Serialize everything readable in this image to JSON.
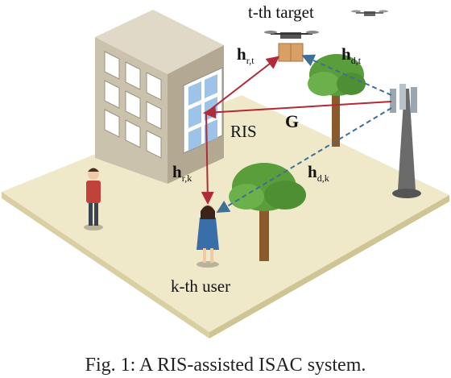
{
  "labels": {
    "target": "t-th target",
    "ris": "RIS",
    "g": "G",
    "h_rt_main": "h",
    "h_rt_sub": "r,t",
    "h_dt_main": "h",
    "h_dt_sub": "d,t",
    "h_rk_main": "h",
    "h_rk_sub": "r,k",
    "h_dk_main": "h",
    "h_dk_sub": "d,k",
    "user": "k-th user"
  },
  "caption": "Fig. 1: A RIS-assisted ISAC system.",
  "colors": {
    "ground": "#efe9c9",
    "ground_edge": "#d9cfa2",
    "building_front": "#cfc6b3",
    "building_side": "#b5ab96",
    "window": "#ffffff",
    "ris_panel": "#9dc4e8",
    "red_link": "#b02a37",
    "blue_link": "#3e6f95",
    "tree_foliage": "#5a9e3c",
    "tree_trunk": "#8b5a2b",
    "tower": "#6b6b6b"
  }
}
